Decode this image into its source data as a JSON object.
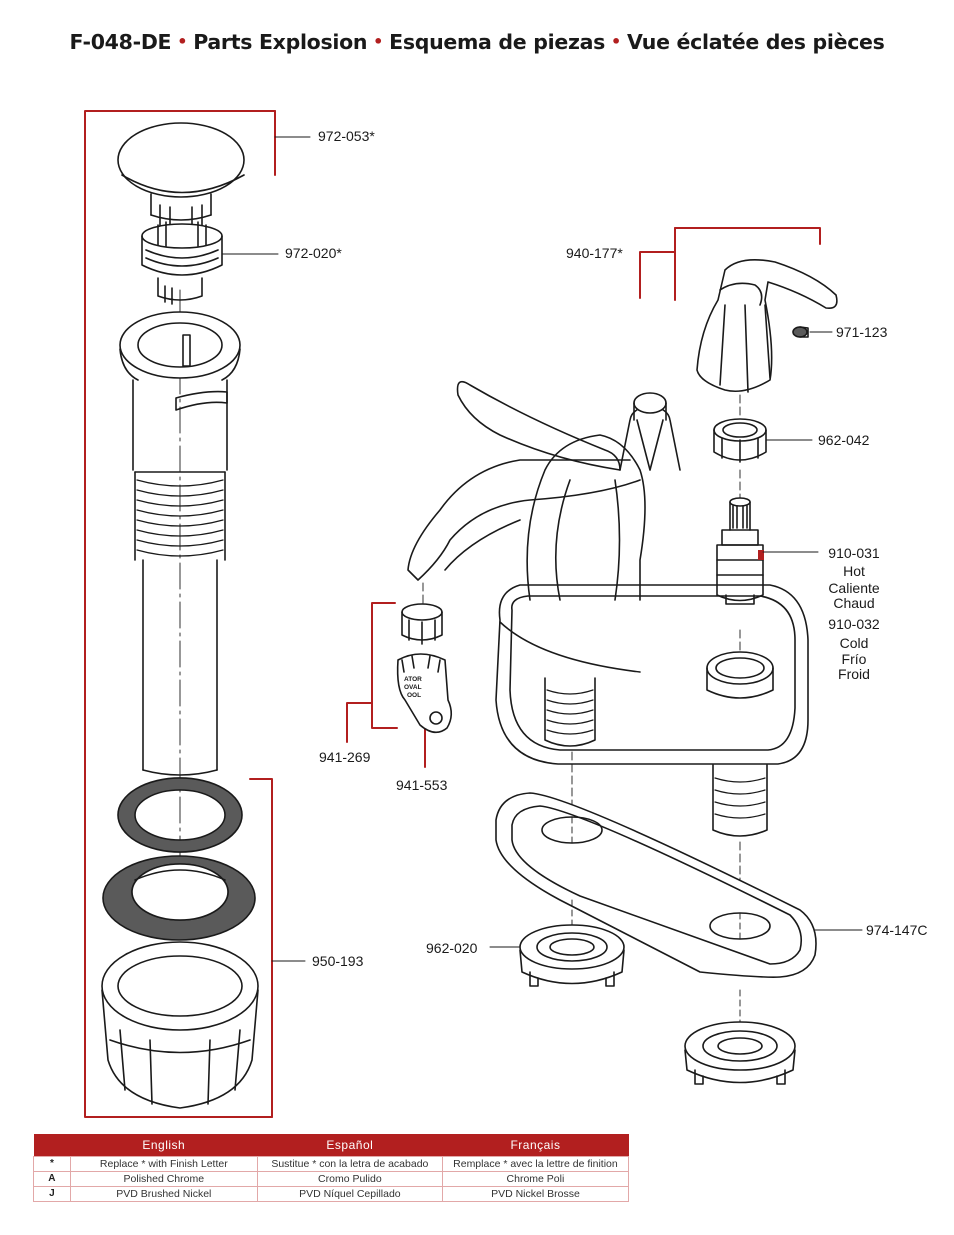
{
  "title": {
    "model": "F-048-DE",
    "english": "Parts Explosion",
    "spanish": "Esquema de piezas",
    "french": "Vue éclatée des pièces",
    "separator": "•"
  },
  "parts": {
    "drain_stopper": "972-053*",
    "drain_stopper_insert": "972-020*",
    "handle": "940-177*",
    "set_screw": "971-123",
    "bonnet_nut": "962-042",
    "cartridge_hot": "910-031",
    "cartridge_cold": "910-032",
    "aerator": "941-269",
    "aerator_key": "941-553",
    "drain_gaskets": "950-193",
    "mounting_nut": "962-020",
    "deck_plate": "974-147C"
  },
  "hot_labels": [
    "Hot",
    "Caliente",
    "Chaud"
  ],
  "cold_labels": [
    "Cold",
    "Frío",
    "Froid"
  ],
  "aerator_key_text": [
    "ATOR",
    "OVAL",
    "OOL"
  ],
  "legend": {
    "headers": [
      "English",
      "Español",
      "Français"
    ],
    "rows": [
      {
        "key": "*",
        "en": "Replace * with Finish Letter",
        "es": "Sustitue * con la letra de acabado",
        "fr": "Remplace * avec la lettre de finition"
      },
      {
        "key": "A",
        "en": "Polished Chrome",
        "es": "Cromo Pulido",
        "fr": "Chrome Poli"
      },
      {
        "key": "J",
        "en": "PVD Brushed Nickel",
        "es": "PVD Níquel Cepillado",
        "fr": "PVD Nickel Brosse"
      }
    ]
  },
  "colors": {
    "accent": "#b21f1f",
    "line": "#1a1a1a",
    "gasket": "#5a5a5a"
  }
}
